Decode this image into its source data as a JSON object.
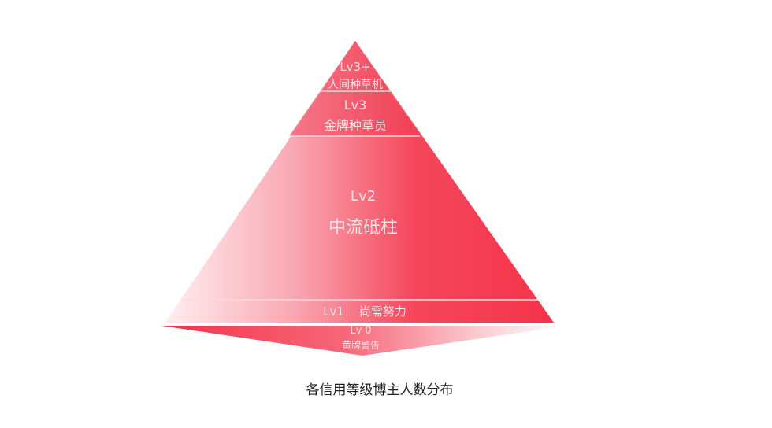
{
  "diagram": {
    "type": "pyramid",
    "caption": "各信用等级博主人数分布",
    "colors": {
      "red": "#f5334a",
      "light": "#fde7ea",
      "divider": "#fbd9de",
      "label": "#fbe3e6"
    },
    "tiers": [
      {
        "level": "Lv3+",
        "name": "人间种草机"
      },
      {
        "level": "Lv3",
        "name": "金牌种草员"
      },
      {
        "level": "Lv2",
        "name": "中流砥柱"
      },
      {
        "level": "Lv1",
        "name": "尚需努力"
      },
      {
        "level": "Lv 0",
        "name": "黄牌警告"
      }
    ]
  }
}
